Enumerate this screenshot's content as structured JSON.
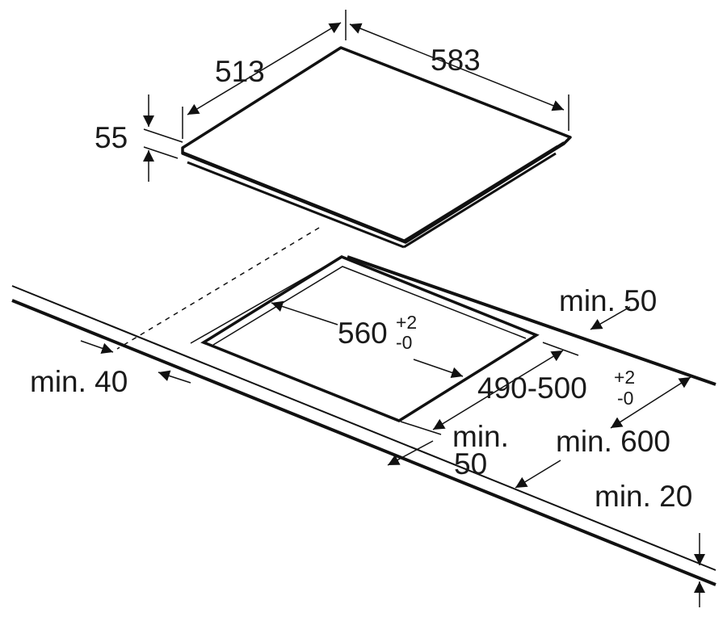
{
  "dimensions": {
    "depth": "513",
    "width": "583",
    "height": "55",
    "cutout_width": "560",
    "cutout_width_tol_plus": "+2",
    "cutout_width_tol_minus": "-0",
    "cutout_depth": "490-500",
    "cutout_depth_tol_plus": "+2",
    "cutout_depth_tol_minus": "-0",
    "min_back": "min. 50",
    "min_side": "min. 40",
    "min_front_a": "min.",
    "min_front_b": "50",
    "min_worktop_depth": "min. 600",
    "min_worktop_thickness": "min. 20"
  }
}
